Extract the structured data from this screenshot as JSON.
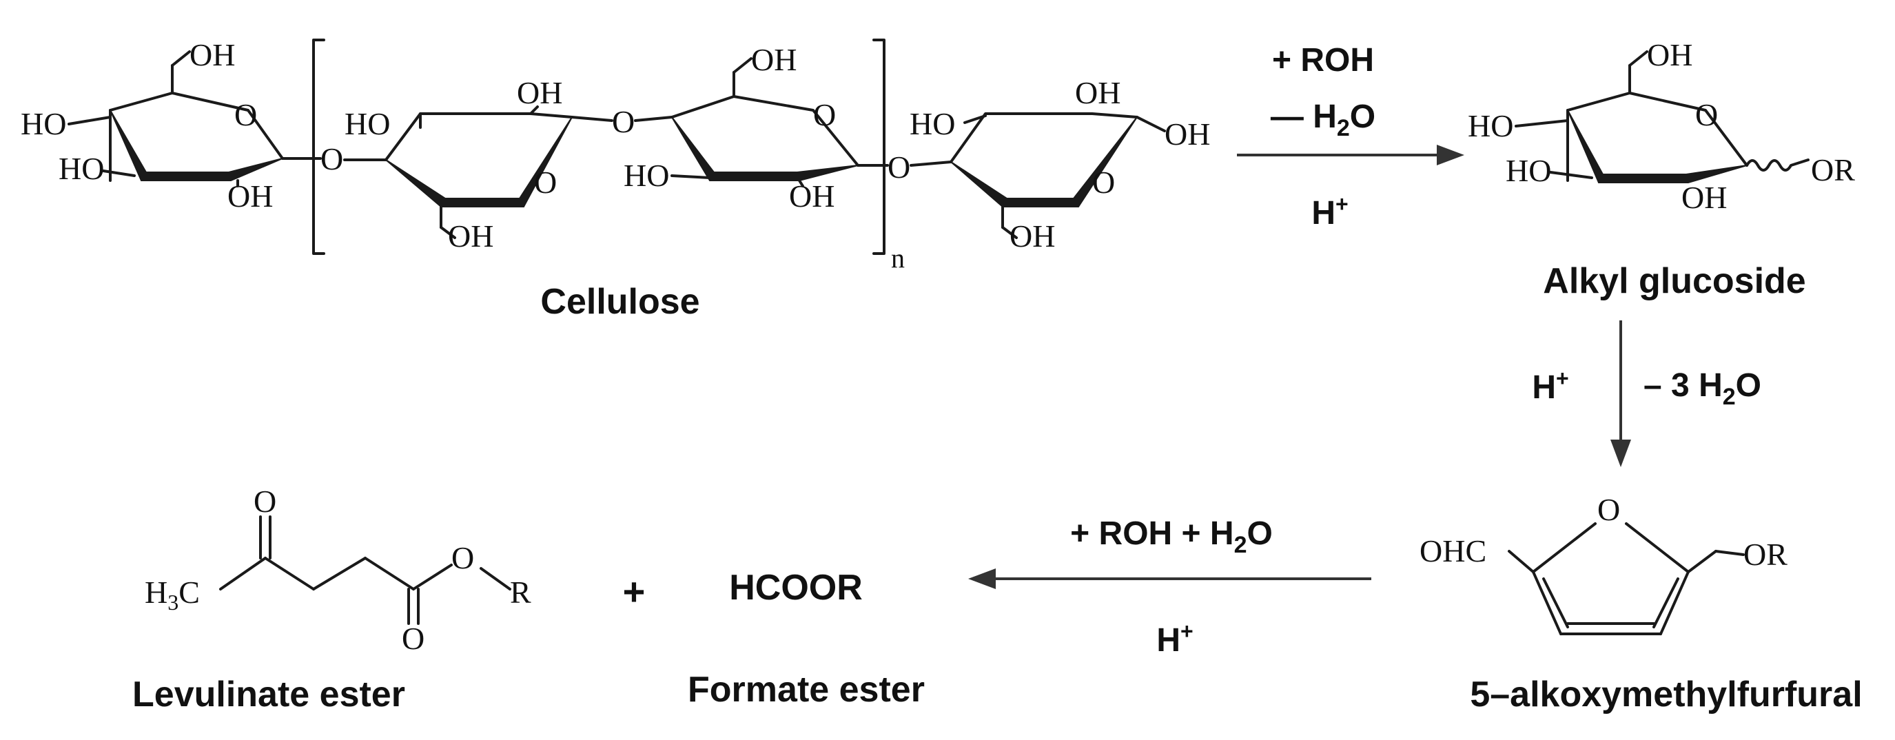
{
  "labels": {
    "cellulose": "Cellulose",
    "alkyl_glucoside": "Alkyl glucoside",
    "alkoxymethylfurfural": "5–alkoxymethylfurfural",
    "levulinate_ester": "Levulinate ester",
    "formate_ester": "Formate ester",
    "formate_formula": "HCOOR",
    "plus": "+",
    "repeat_n": "n"
  },
  "arrows": {
    "step1": {
      "above_1": "+ ROH",
      "above_2_pre": "— H",
      "above_2_sub": "2",
      "above_2_post": "O",
      "below": "H",
      "below_sup": "+"
    },
    "step2": {
      "left": "H",
      "left_sup": "+",
      "right_pre": "– 3 H",
      "right_sub": "2",
      "right_post": "O"
    },
    "step3": {
      "above_pre": "+ ROH  + H",
      "above_sub": "2",
      "above_post": "O",
      "below": "H",
      "below_sup": "+"
    }
  },
  "atoms": {
    "oh": "OH",
    "ho": "HO",
    "o": "O",
    "or": "OR",
    "ohc": "OHC",
    "h3c_h": "H",
    "h3c_sub": "3",
    "h3c_c": "C",
    "r": "R"
  },
  "colors": {
    "ink": "#111111",
    "arrow": "#333333",
    "background": "#ffffff"
  }
}
